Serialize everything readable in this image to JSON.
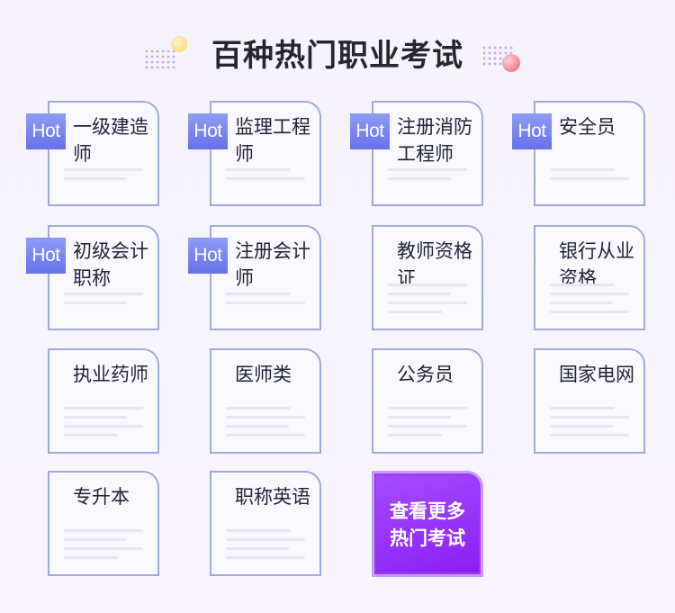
{
  "header": {
    "title": "百种热门职业考试"
  },
  "hot_badge": "Hot",
  "exams": [
    {
      "label": "一级建造师",
      "hot": true
    },
    {
      "label": "监理工程师",
      "hot": true
    },
    {
      "label": "注册消防工程师",
      "hot": true
    },
    {
      "label": "安全员",
      "hot": true
    },
    {
      "label": "初级会计职称",
      "hot": true
    },
    {
      "label": "注册会计师",
      "hot": true
    },
    {
      "label": "教师资格证",
      "hot": false
    },
    {
      "label": "银行从业资格",
      "hot": false
    },
    {
      "label": "执业药师",
      "hot": false
    },
    {
      "label": "医师类",
      "hot": false
    },
    {
      "label": "公务员",
      "hot": false
    },
    {
      "label": "国家电网",
      "hot": false
    },
    {
      "label": "专升本",
      "hot": false
    },
    {
      "label": "职称英语",
      "hot": false
    }
  ],
  "more_button": {
    "label": "查看更多热门考试"
  },
  "colors": {
    "background": "#f6f3fd",
    "card_border": "#a0aad6",
    "hot_badge": "#7a84f0",
    "more_button": "#9431f8"
  }
}
